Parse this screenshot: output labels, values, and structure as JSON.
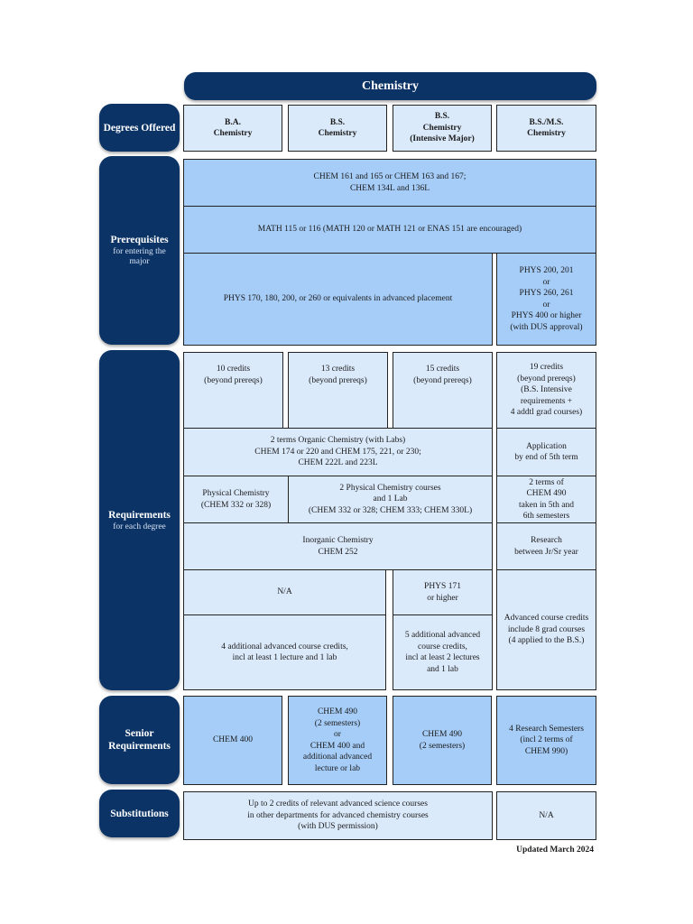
{
  "title": "Chemistry",
  "labels": {
    "degrees": "Degrees Offered",
    "prereq_main": "Prerequisites",
    "prereq_sub": "for entering the major",
    "req_main": "Requirements",
    "req_sub": "for each degree",
    "senior": "Senior Requirements",
    "subs": "Substitutions"
  },
  "degrees": [
    "B.A.\nChemistry",
    "B.S.\nChemistry",
    "B.S.\nChemistry\n(Intensive Major)",
    "B.S./M.S.\nChemistry"
  ],
  "prereqs": {
    "chem": "CHEM 161 and 165 or CHEM 163 and 167;\nCHEM 134L and 136L",
    "math": "MATH 115 or 116 (MATH 120 or MATH 121 or ENAS 151 are encouraged)",
    "phys": "PHYS 170, 180, 200, or 260 or equivalents in advanced placement",
    "phys_bsms": "PHYS 200, 201\nor\nPHYS 260, 261\nor\nPHYS 400 or higher\n(with DUS approval)"
  },
  "requirements": {
    "credits_ba": "10 credits\n(beyond prereqs)",
    "credits_bs": "13 credits\n(beyond prereqs)",
    "credits_int": "15 credits\n(beyond prereqs)",
    "credits_bsms": "19 credits\n(beyond prereqs)\n(B.S. Intensive\nrequirements +\n4 addtl grad courses)",
    "organic": "2 terms Organic Chemistry (with Labs)\nCHEM 174 or 220 and CHEM 175, 221, or 230;\nCHEM 222L and 223L",
    "application": "Application\nby end of 5th term",
    "pchem_ba": "Physical Chemistry\n(CHEM 332 or 328)",
    "pchem_bs": "2 Physical Chemistry courses\nand 1 Lab\n(CHEM 332 or 328; CHEM 333; CHEM 330L)",
    "chem490_terms": "2 terms of\nCHEM 490\ntaken in 5th and\n6th semesters",
    "inorganic": "Inorganic Chemistry\nCHEM 252",
    "research": "Research\nbetween Jr/Sr year",
    "na": "N/A",
    "phys171": "PHYS 171\nor higher",
    "adv_bsms": "Advanced course credits\ninclude 8 grad courses\n(4 applied to the B.S.)",
    "adv_ba_bs": "4 additional advanced course credits,\nincl at least 1 lecture and 1 lab",
    "adv_int": "5 additional advanced\ncourse credits,\nincl at least 2 lectures\nand 1 lab"
  },
  "senior": {
    "ba": "CHEM 400",
    "bs": "CHEM 490\n(2 semesters)\nor\nCHEM 400 and\nadditional advanced\nlecture or lab",
    "int": "CHEM 490\n(2 semesters)",
    "bsms": "4 Research Semesters\n(incl 2 terms of\nCHEM 990)"
  },
  "substitutions": {
    "main": "Up to 2 credits of relevant advanced science courses\nin other departments for advanced chemistry courses\n(with DUS permission)",
    "bsms": "N/A"
  },
  "updated": "Updated March 2024"
}
